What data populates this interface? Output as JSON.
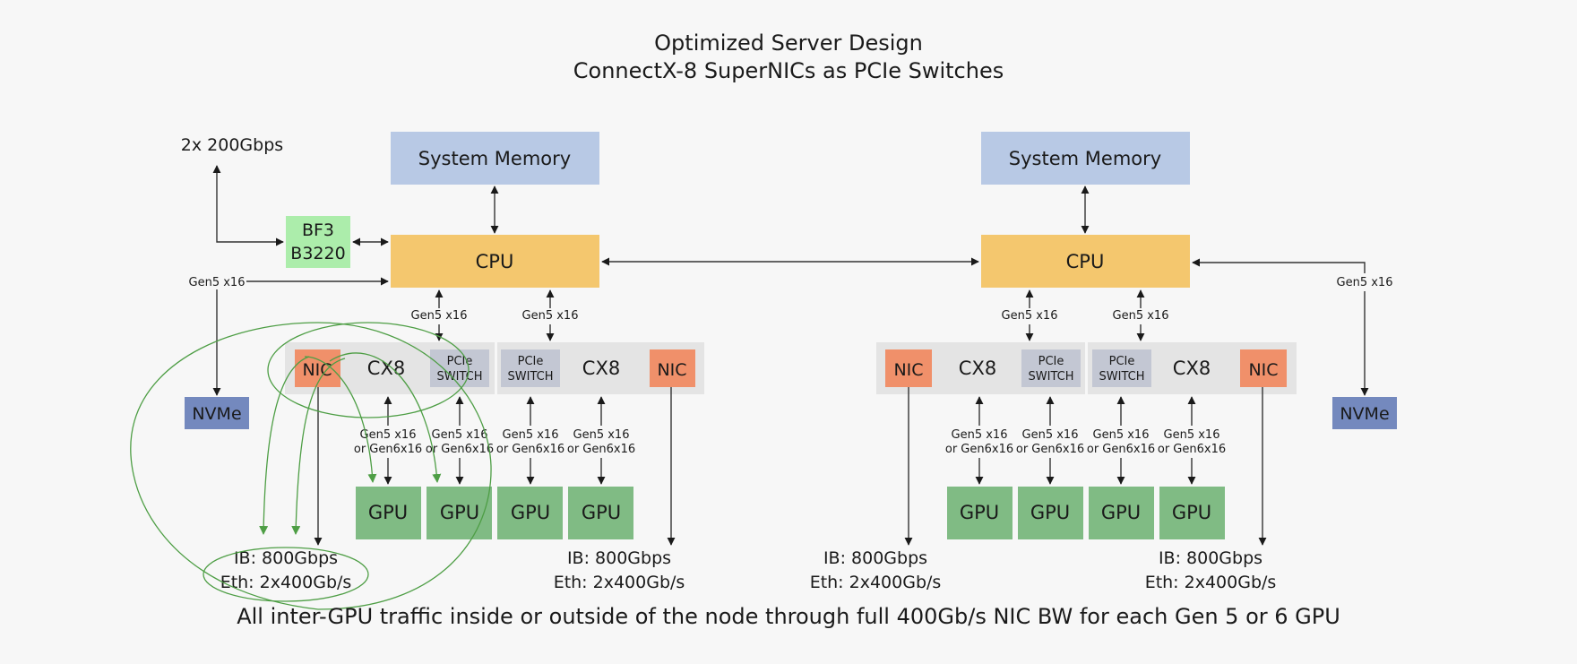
{
  "title": {
    "line1": "Optimized Server Design",
    "line2": "ConnectX-8 SuperNICs as PCIe Switches"
  },
  "colors": {
    "memory": "#b8c9e5",
    "cpu": "#f4c76e",
    "cx8_bar": "#e4e4e4",
    "nic": "#f0906a",
    "pcie_switch": "#c3c7d3",
    "gpu": "#80bb84",
    "nvme": "#7489be",
    "bf3": "#acedab",
    "traffic": "#4e9e45"
  },
  "left_node": {
    "external_link": "2x 200Gbps",
    "dpu": {
      "line1": "BF3",
      "line2": "B3220"
    },
    "memory_label": "System Memory",
    "cpu_label": "CPU",
    "nvme_link": "Gen5 x16",
    "nvme_label": "NVMe",
    "cpu_links": [
      "Gen5 x16",
      "Gen5 x16"
    ],
    "cx8": [
      {
        "nic": "NIC",
        "chip": "CX8",
        "switch": {
          "line1": "PCIe",
          "line2": "SWITCH"
        }
      },
      {
        "nic": "NIC",
        "chip": "CX8",
        "switch": {
          "line1": "PCIe",
          "line2": "SWITCH"
        }
      }
    ],
    "gpu_links": [
      {
        "line1": "Gen5 x16",
        "line2": "or Gen6x16"
      },
      {
        "line1": "Gen5 x16",
        "line2": "or Gen6x16"
      },
      {
        "line1": "Gen5 x16",
        "line2": "or Gen6x16"
      },
      {
        "line1": "Gen5 x16",
        "line2": "or Gen6x16"
      }
    ],
    "gpus": [
      "GPU",
      "GPU",
      "GPU",
      "GPU"
    ],
    "nic_outputs": [
      {
        "line1": "IB: 800Gbps",
        "line2": "Eth: 2x400Gb/s"
      },
      {
        "line1": "IB: 800Gbps",
        "line2": "Eth: 2x400Gb/s"
      }
    ]
  },
  "right_node": {
    "memory_label": "System Memory",
    "cpu_label": "CPU",
    "nvme_link": "Gen5 x16",
    "nvme_label": "NVMe",
    "cpu_links": [
      "Gen5 x16",
      "Gen5 x16"
    ],
    "cx8": [
      {
        "nic": "NIC",
        "chip": "CX8",
        "switch": {
          "line1": "PCIe",
          "line2": "SWITCH"
        }
      },
      {
        "nic": "NIC",
        "chip": "CX8",
        "switch": {
          "line1": "PCIe",
          "line2": "SWITCH"
        }
      }
    ],
    "gpu_links": [
      {
        "line1": "Gen5 x16",
        "line2": "or Gen6x16"
      },
      {
        "line1": "Gen5 x16",
        "line2": "or Gen6x16"
      },
      {
        "line1": "Gen5 x16",
        "line2": "or Gen6x16"
      },
      {
        "line1": "Gen5 x16",
        "line2": "or Gen6x16"
      }
    ],
    "gpus": [
      "GPU",
      "GPU",
      "GPU",
      "GPU"
    ],
    "nic_outputs": [
      {
        "line1": "IB: 800Gbps",
        "line2": "Eth: 2x400Gb/s"
      },
      {
        "line1": "IB: 800Gbps",
        "line2": "Eth: 2x400Gb/s"
      }
    ]
  },
  "footer": "All inter-GPU traffic inside or outside of the node through full 400Gb/s NIC BW for each Gen 5 or 6 GPU"
}
